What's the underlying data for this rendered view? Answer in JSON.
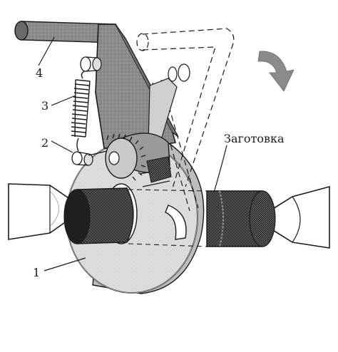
{
  "labels": {
    "part_1": "1",
    "part_2": "2",
    "part_3": "3",
    "part_4": "4",
    "workpiece": "Заготовка"
  },
  "colors": {
    "ink": "#1a1a1a",
    "shade_dark": "#2b2b2b",
    "shade_mid": "#8c8c8c",
    "shade_light": "#d9d9d9",
    "arrow_gray": "#8a8a8a",
    "paper": "#ffffff"
  },
  "icons": {
    "rotation": "curved-arrow-down-icon"
  }
}
